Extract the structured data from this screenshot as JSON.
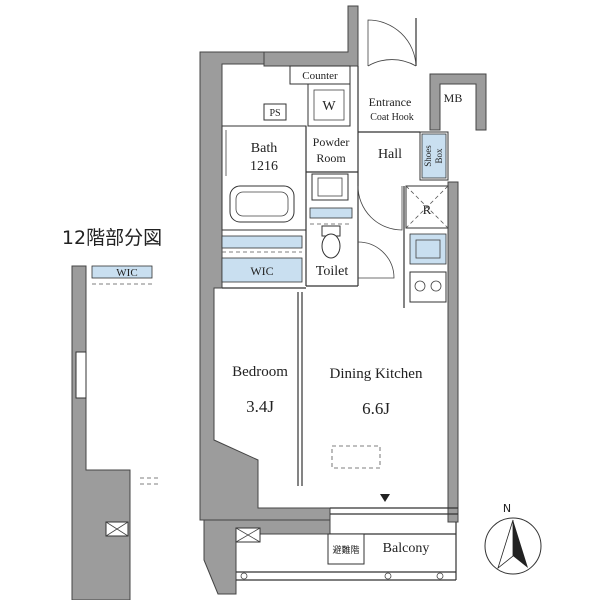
{
  "floor_note": "12階部分図",
  "rooms": {
    "counter": "Counter",
    "ps": "PS",
    "washer": "W",
    "entrance_line1": "Entrance",
    "entrance_line2": "Coat Hook",
    "mb": "MB",
    "bath_line1": "Bath",
    "bath_line2": "1216",
    "powder_line1": "Powder",
    "powder_line2": "Room",
    "hall": "Hall",
    "shoes_line1": "Shoes",
    "shoes_line2": "Box",
    "fridge": "R",
    "wic": "WIC",
    "inset_wic": "WIC",
    "toilet": "Toilet",
    "bedroom": "Bedroom",
    "bedroom_size": "3.4J",
    "dining": "Dining Kitchen",
    "dining_size": "6.6J",
    "balcony": "Balcony",
    "evac_hatch": "避難階"
  },
  "compass": {
    "label": "N"
  }
}
